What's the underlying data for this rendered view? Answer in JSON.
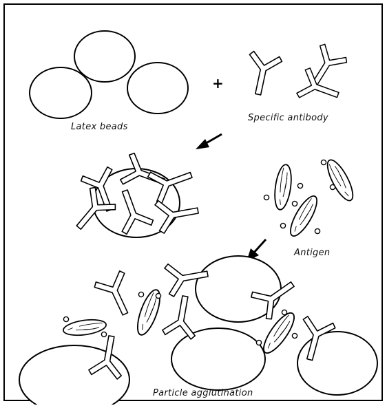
{
  "labels": {
    "plus": "+",
    "latex_beads": "Latex beads",
    "specific_antibody": "Specific antibody",
    "antigen": "Antigen",
    "particle_agglutination": "Particle agglutination"
  }
}
